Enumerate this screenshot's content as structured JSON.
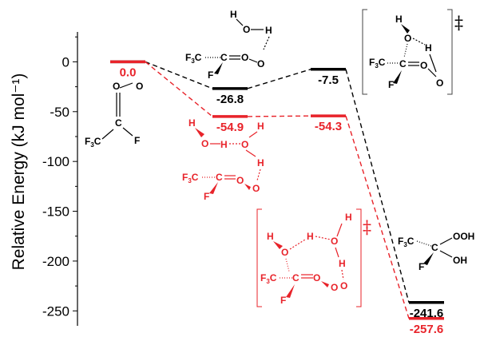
{
  "chart_data": {
    "type": "line",
    "ylabel": "Relative Energy (kJ mol⁻¹)",
    "ylim": [
      -265,
      30
    ],
    "yticks": [
      0,
      -50,
      -100,
      -150,
      -200,
      -250
    ],
    "x_positions": [
      0,
      1,
      2,
      3
    ],
    "series": [
      {
        "color": "#000000",
        "points": [
          {
            "x": 0,
            "y": 0.0,
            "label": "0.0"
          },
          {
            "x": 1,
            "y": -26.8,
            "label": "-26.8"
          },
          {
            "x": 2,
            "y": -7.5,
            "label": "-7.5"
          },
          {
            "x": 3,
            "y": -241.6,
            "label": "-241.6"
          }
        ]
      },
      {
        "color": "#e8232a",
        "points": [
          {
            "x": 0,
            "y": 0.0,
            "label": "0.0"
          },
          {
            "x": 1,
            "y": -54.9,
            "label": "-54.9"
          },
          {
            "x": 2,
            "y": -54.3,
            "label": "-54.3"
          },
          {
            "x": 3,
            "y": -257.6,
            "label": "-257.6"
          }
        ]
      }
    ]
  },
  "structures": {
    "reactant": {
      "atoms": [
        "O",
        "O",
        "C",
        "F",
        "F3C"
      ]
    },
    "complex_black": {
      "atoms": [
        "H",
        "O",
        "H",
        "F3C",
        "C",
        "O",
        "O",
        "F"
      ]
    },
    "ts_black": {
      "atoms": [
        "H",
        "O",
        "H",
        "F3C",
        "C",
        "O",
        "O",
        "F"
      ],
      "mark": "‡"
    },
    "complex_red": {
      "atoms": [
        "H",
        "O",
        "H",
        "O",
        "H",
        "H",
        "F3C",
        "C",
        "O",
        "O",
        "F"
      ]
    },
    "ts_red": {
      "atoms": [
        "H",
        "H",
        "O",
        "H",
        "O",
        "H",
        "O",
        "F3C",
        "C",
        "O",
        "O",
        "F"
      ],
      "mark": "‡"
    },
    "product": {
      "atoms": [
        "F3C",
        "C",
        "OOH",
        "OH",
        "F"
      ]
    }
  }
}
